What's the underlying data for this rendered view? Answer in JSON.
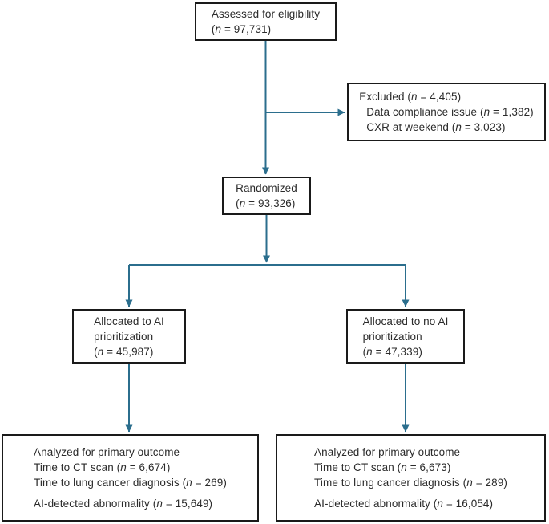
{
  "figure": {
    "type": "trial-flow-diagram",
    "title": "Randomized trial CONSORT flow of participants"
  },
  "colors": {
    "arrow": "#2b6e8d",
    "box_border": "#1a1a1a",
    "text": "#2b2b2b"
  },
  "nodes": {
    "assessed": {
      "lines": [
        {
          "pre": "Assessed for eligibility"
        },
        {
          "pre": "(",
          "var": "n",
          "post": " = 97,731)"
        }
      ]
    },
    "excluded": {
      "lines": [
        {
          "pre": "Excluded (",
          "var": "n",
          "post": " = 4,405)"
        },
        {
          "pre": "Data compliance issue (",
          "var": "n",
          "post": " = 1,382)"
        },
        {
          "pre": "CXR at weekend (",
          "var": "n",
          "post": " = 3,023)"
        }
      ]
    },
    "randomized": {
      "lines": [
        {
          "pre": "Randomized"
        },
        {
          "pre": "(",
          "var": "n",
          "post": " = 93,326)"
        }
      ]
    },
    "allocated_ai": {
      "lines": [
        {
          "pre": "Allocated to AI"
        },
        {
          "pre": "prioritization"
        },
        {
          "pre": "(",
          "var": "n",
          "post": " = 45,987)"
        }
      ]
    },
    "allocated_no_ai": {
      "lines": [
        {
          "pre": "Allocated to no AI"
        },
        {
          "pre": "prioritization"
        },
        {
          "pre": "(",
          "var": "n",
          "post": " = 47,339)"
        }
      ]
    },
    "analyzed_ai": {
      "lines": [
        {
          "pre": "Analyzed for primary outcome"
        },
        {
          "pre": "Time to CT scan (",
          "var": "n",
          "post": " = 6,674)"
        },
        {
          "pre": "Time to lung cancer diagnosis (",
          "var": "n",
          "post": " = 269)"
        },
        {
          "pre": "AI-detected abnormality (",
          "var": "n",
          "post": " = 15,649)"
        }
      ]
    },
    "analyzed_no_ai": {
      "lines": [
        {
          "pre": "Analyzed for primary outcome"
        },
        {
          "pre": "Time to CT scan (",
          "var": "n",
          "post": " = 6,673)"
        },
        {
          "pre": "Time to lung cancer diagnosis (",
          "var": "n",
          "post": " = 289)"
        },
        {
          "pre": "AI-detected abnormality (",
          "var": "n",
          "post": " = 16,054)"
        }
      ]
    }
  }
}
